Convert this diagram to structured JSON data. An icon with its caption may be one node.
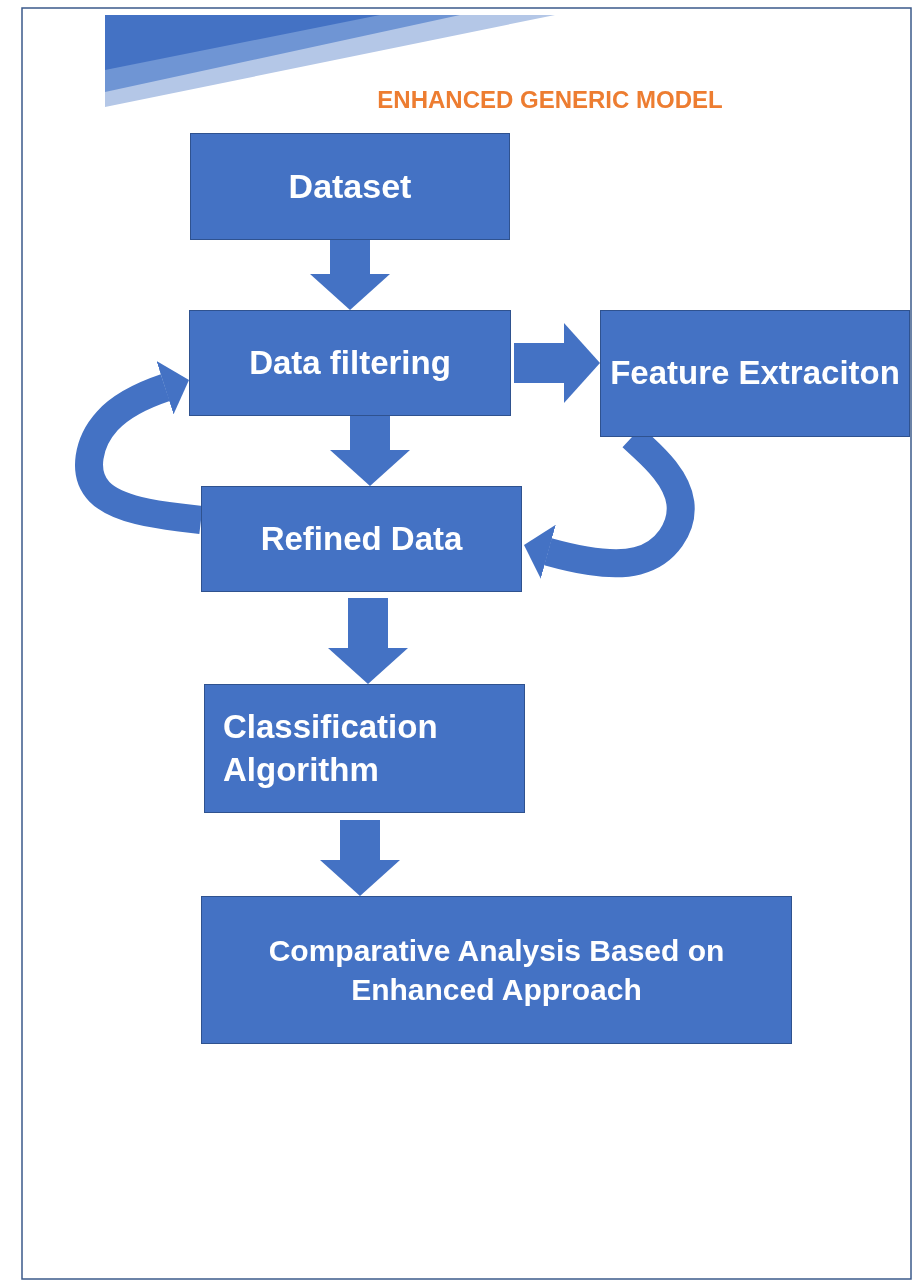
{
  "diagram": {
    "title": "ENHANCED GENERIC MODEL",
    "nodes": [
      {
        "text": [
          "Dataset"
        ]
      },
      {
        "text": [
          "Data filtering"
        ]
      },
      {
        "text": [
          "Feature Extraciton"
        ]
      },
      {
        "text": [
          "Refined Data"
        ]
      },
      {
        "text": [
          "Classification Algorithm"
        ]
      },
      {
        "text": [
          "Comparative Analysis Based on Enhanced Approach"
        ]
      }
    ],
    "edges": [
      {
        "from": 0,
        "to": 1,
        "arrow": "to"
      },
      {
        "from": 1,
        "to": 2,
        "arrow": "to"
      },
      {
        "from": 1,
        "to": 3,
        "arrow": "to"
      },
      {
        "from": 3,
        "to": 1,
        "arrow": "to"
      },
      {
        "from": 2,
        "to": 3,
        "arrow": "to"
      },
      {
        "from": 3,
        "to": 4,
        "arrow": "to"
      },
      {
        "from": 4,
        "to": 5,
        "arrow": "to"
      }
    ]
  }
}
